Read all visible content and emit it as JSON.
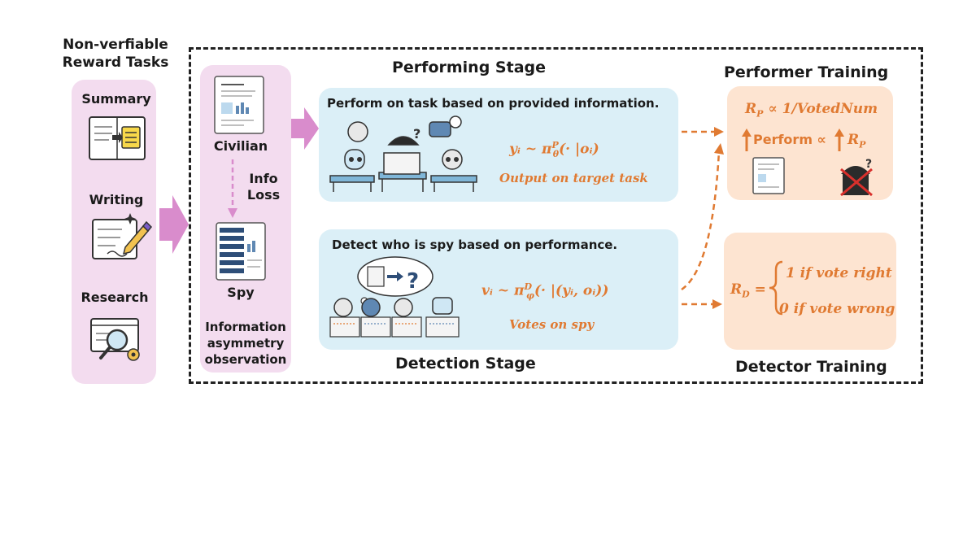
{
  "tasks": {
    "title": "Non-verfiable\nReward Tasks",
    "items": [
      {
        "label": "Summary",
        "icon": "summary-document-icon"
      },
      {
        "label": "Writing",
        "icon": "writing-pen-icon"
      },
      {
        "label": "Research",
        "icon": "research-magnifier-icon"
      }
    ]
  },
  "observation": {
    "civilian_label": "Civilian",
    "info_loss_label": "Info\nLoss",
    "spy_label": "Spy",
    "caption": "Information\nasymmetry\nobservation"
  },
  "performing": {
    "stage_title": "Performing Stage",
    "instruction": "Perform on task based on provided information.",
    "formula": "yᵢ ~ π",
    "formula_sup": "P",
    "formula_sub": "θ",
    "formula_tail": "(· |oᵢ)",
    "caption": "Output on target task"
  },
  "detection": {
    "stage_title": "Detection Stage",
    "instruction": "Detect who is spy based on performance.",
    "formula": "vᵢ ~ π",
    "formula_sup": "D",
    "formula_sub": "φ",
    "formula_tail": "(· |(yᵢ, oᵢ))",
    "caption": "Votes on spy"
  },
  "performer_training": {
    "title": "Performer Training",
    "reward": "R",
    "reward_sub": "P",
    "reward_tail": " ∝ 1/VotedNum",
    "perform_label": "Perform ∝",
    "rp": "R",
    "rp_sub": "P"
  },
  "detector_training": {
    "title": "Detector Training",
    "reward": "R",
    "reward_sub": "D",
    "reward_eq": " =",
    "case_right": "1 if vote right",
    "case_wrong": "0 if vote wrong"
  },
  "colors": {
    "pink": "#f3dcef",
    "blue": "#dbeff7",
    "peach": "#fde4d1",
    "arrow_orange": "#e07a32",
    "arrow_pink": "#d98ccc"
  }
}
